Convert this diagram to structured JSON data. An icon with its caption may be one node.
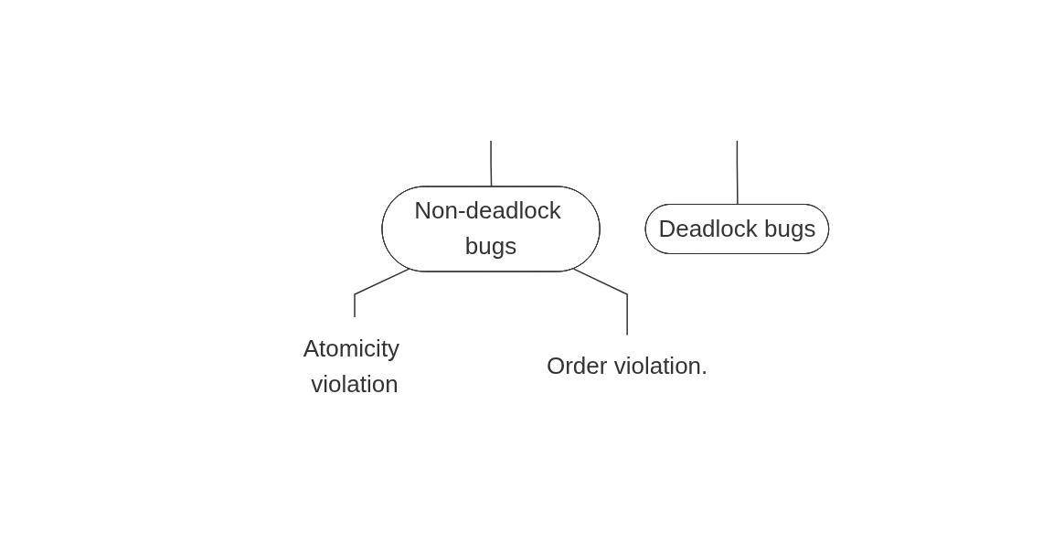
{
  "diagram": {
    "nodes": [
      {
        "text": [
          "Non-deadlock bugs"
        ]
      },
      {
        "text": [
          "Deadlock bugs"
        ]
      },
      {
        "text": [
          "Atomicity violation"
        ]
      },
      {
        "text": [
          "Order violation."
        ]
      }
    ],
    "edges": [
      {
        "from": null,
        "to": 0,
        "arrow": "none"
      },
      {
        "from": null,
        "to": 1,
        "arrow": "none"
      },
      {
        "from": 0,
        "to": 2,
        "arrow": "none"
      },
      {
        "from": 0,
        "to": 3,
        "arrow": "none"
      }
    ]
  }
}
